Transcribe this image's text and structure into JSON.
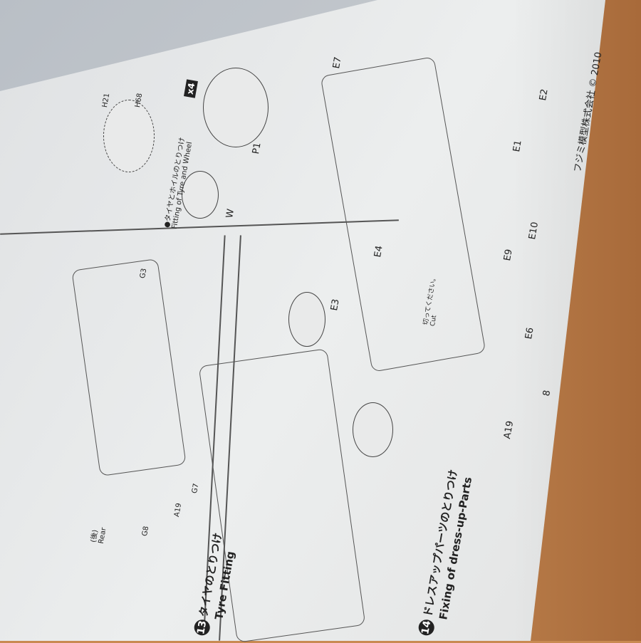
{
  "copyright": "フジミ模型株式会社 © 2010",
  "page_number": "8",
  "step13": {
    "number": "13",
    "title_jp": "タイヤのとりつけ",
    "title_en": "Tyre Fitting",
    "sub_jp": "●タイヤとホイルのとりつけ",
    "sub_en": "Fitting of Tyre and Wheel",
    "qty": "x4",
    "parts": [
      "P1",
      "W",
      "H21",
      "H68"
    ]
  },
  "step14": {
    "number": "14",
    "title_jp": "ドレスアップパーツのとりつけ",
    "title_en": "Fixing of dress-up-Parts",
    "cut_jp": "切ってください。",
    "cut_en": "Cut",
    "parts": [
      "E7",
      "E1",
      "E2",
      "E10",
      "E9",
      "E4",
      "E3",
      "E6",
      "A19"
    ]
  },
  "left_panel": {
    "parts": [
      "G3",
      "G7",
      "G8",
      "A19"
    ],
    "rear_jp": "(後)",
    "rear_en": "Rear"
  }
}
